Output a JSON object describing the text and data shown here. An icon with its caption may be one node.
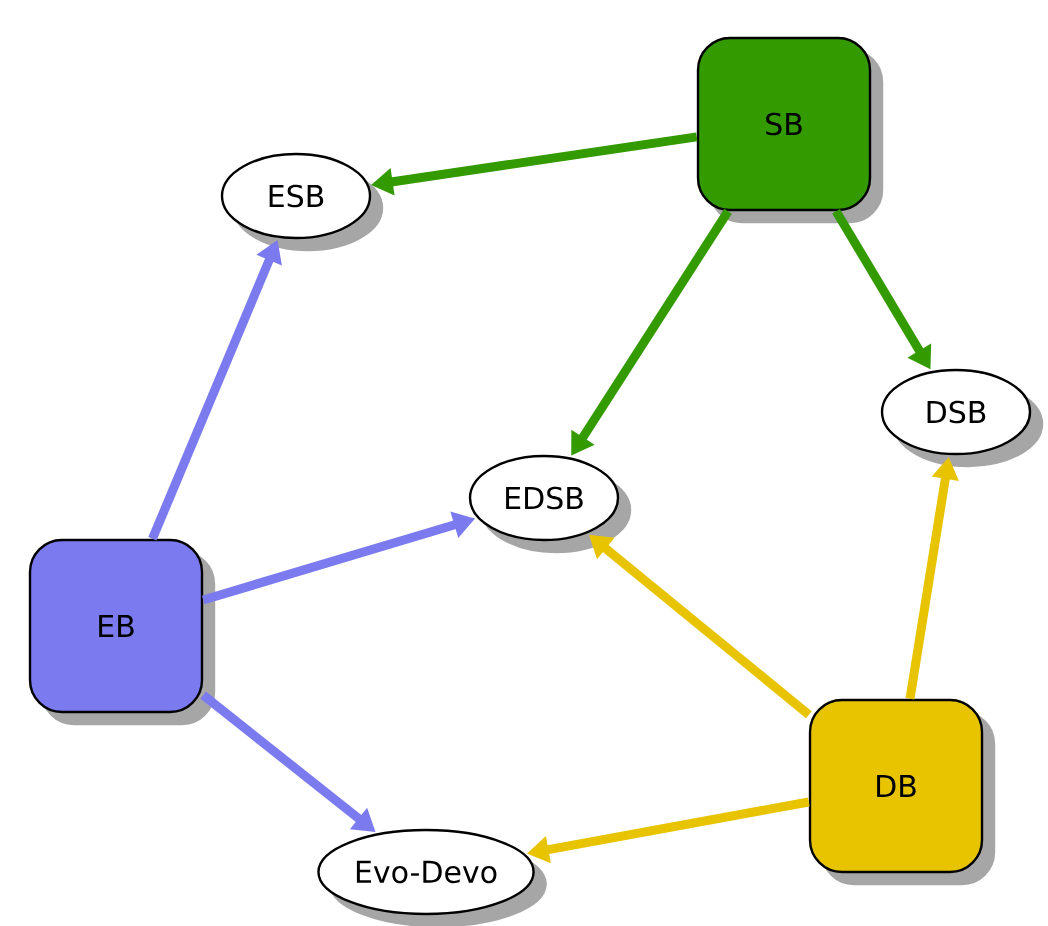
{
  "diagram": {
    "nodes": [
      {
        "text": [
          "SB"
        ]
      },
      {
        "text": [
          "ESB"
        ]
      },
      {
        "text": [
          "DSB"
        ]
      },
      {
        "text": [
          "EDSB"
        ]
      },
      {
        "text": [
          "EB"
        ]
      },
      {
        "text": [
          "DB"
        ]
      },
      {
        "text": [
          "Evo-Devo"
        ]
      }
    ],
    "edges": [
      {
        "from": 0,
        "to": 1,
        "arrow": "to",
        "color": "#339a00"
      },
      {
        "from": 0,
        "to": 3,
        "arrow": "to",
        "color": "#339a00"
      },
      {
        "from": 0,
        "to": 2,
        "arrow": "to",
        "color": "#339a00"
      },
      {
        "from": 4,
        "to": 1,
        "arrow": "to",
        "color": "#7b7bef"
      },
      {
        "from": 4,
        "to": 3,
        "arrow": "to",
        "color": "#7b7bef"
      },
      {
        "from": 4,
        "to": 6,
        "arrow": "to",
        "color": "#7b7bef"
      },
      {
        "from": 5,
        "to": 3,
        "arrow": "to",
        "color": "#e8c400"
      },
      {
        "from": 5,
        "to": 2,
        "arrow": "to",
        "color": "#e8c400"
      },
      {
        "from": 5,
        "to": 6,
        "arrow": "to",
        "color": "#e8c400"
      }
    ]
  }
}
